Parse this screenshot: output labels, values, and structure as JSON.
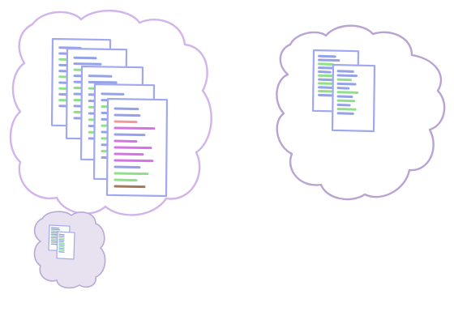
{
  "palette": {
    "cloud_large_stroke": "#d2b4ec",
    "cloud_medium_stroke": "#b9a3d2",
    "cloud_small_stroke": "#b8a8d4",
    "cloud_small_fill": "#e8e2f0",
    "page_stroke": "#9fa8f0",
    "page_fill": "#ffffff",
    "line_blue": "#95a2e8",
    "line_green": "#8fe089",
    "line_red": "#f29a9a",
    "line_magenta": "#d673e6",
    "line_brown": "#a27a5a"
  },
  "clouds": [
    {
      "name": "large-cloud",
      "icon": "document-stack-icon",
      "document_count": 5,
      "filled": false,
      "stroke_key": "cloud_large_stroke"
    },
    {
      "name": "medium-cloud",
      "icon": "document-pair-icon",
      "document_count": 2,
      "filled": false,
      "stroke_key": "cloud_medium_stroke"
    },
    {
      "name": "small-cloud",
      "icon": "document-pair-icon",
      "document_count": 2,
      "filled": true,
      "stroke_key": "cloud_small_stroke"
    }
  ]
}
